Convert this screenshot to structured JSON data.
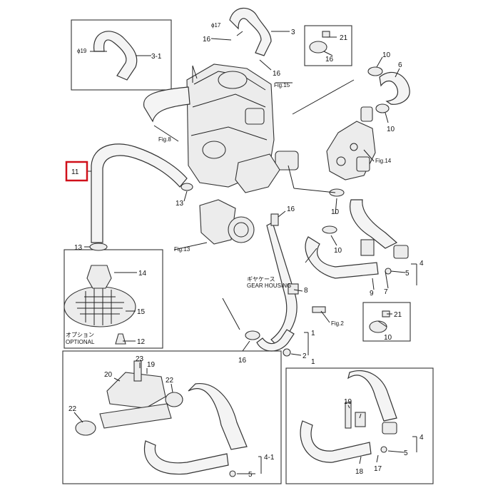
{
  "labels": {
    "p1": "1",
    "p1b": "1",
    "p2": "2",
    "p3": "3",
    "p3_1": "3-1",
    "p4": "4",
    "p4b": "4",
    "p4_1": "4-1",
    "p5": "5",
    "p5b": "5",
    "p5c": "5",
    "p6": "6",
    "p7": "7",
    "p8": "8",
    "p9": "9",
    "p10a": "10",
    "p10b": "10",
    "p10c": "10",
    "p10d": "10",
    "p10e": "10",
    "p11": "11",
    "p12": "12",
    "p13a": "13",
    "p13b": "13",
    "p14": "14",
    "p15": "15",
    "p16a": "16",
    "p16b": "16",
    "p16c": "16",
    "p16d": "16",
    "p16e": "16",
    "p17": "17",
    "p18": "18",
    "p19a": "19",
    "p19b": "19",
    "p20": "20",
    "p21a": "21",
    "p21b": "21",
    "p22a": "22",
    "p22b": "22",
    "p23": "23",
    "phi17": "ϕ17",
    "phi19": "ϕ19",
    "fig8": "Fig.8",
    "fig13": "Fig.13",
    "fig14": "Fig.14",
    "fig15": "Fig.15",
    "fig2": "Fig.2",
    "gear_jp": "ギヤケース",
    "gear_en": "GEAR HOUSING",
    "opt_jp": "オプション",
    "opt_en": "OPTIONAL"
  },
  "highlight_part": "11",
  "highlight_color": "#d0101a"
}
